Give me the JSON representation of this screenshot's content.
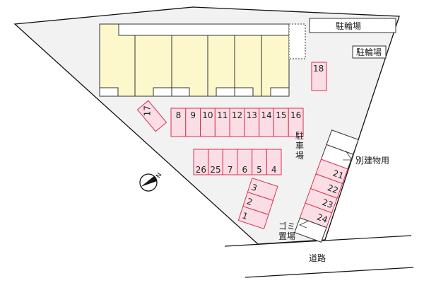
{
  "colors": {
    "lot": "#f2f2f2",
    "building": "#fdf8cc",
    "slot_fill": "#fbdde5",
    "slot_stroke": "#d9334f",
    "line": "#111111"
  },
  "labels": {
    "bicycle_parking_1": "駐輪場",
    "bicycle_parking_2": "駐輪場",
    "parking_v": [
      "駐",
      "車",
      "場"
    ],
    "other_building": "別建物用",
    "garbage_1": "ゴミ",
    "garbage_2": "置場",
    "road": "道路",
    "north": "N"
  },
  "slots": {
    "row_top": [
      "8",
      "9",
      "10",
      "11",
      "12",
      "13",
      "14",
      "15",
      "16"
    ],
    "row_mid": [
      "26",
      "25",
      "7",
      "6",
      "5",
      "4"
    ],
    "group_left": [
      "3",
      "2",
      "1"
    ],
    "group_right": [
      "21",
      "22",
      "23",
      "24"
    ],
    "single_17": "17",
    "single_18": "18"
  },
  "icons": {
    "compass": "north-arrow-icon"
  }
}
